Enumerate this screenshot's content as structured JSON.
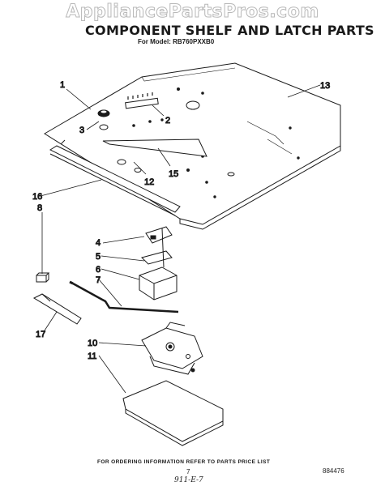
{
  "watermark": "AppliancePartsPros.com",
  "title": "COMPONENT SHELF AND LATCH PARTS",
  "model": "For Model: RB760PXXB0",
  "callouts": {
    "c1": "1",
    "c2": "2",
    "c3": "3",
    "c4": "4",
    "c5": "5",
    "c6": "6",
    "c7": "7",
    "c8": "8",
    "c10": "10",
    "c11": "11",
    "c12": "12",
    "c13": "13",
    "c15": "15",
    "c16": "16",
    "c17": "17"
  },
  "footer_note": "FOR ORDERING INFORMATION REFER TO PARTS PRICE LIST",
  "page_number": "7",
  "doc_number": "884476",
  "handwritten": "911-E-7"
}
